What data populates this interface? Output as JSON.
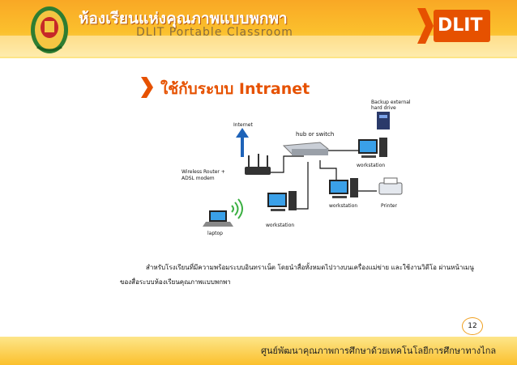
{
  "header": {
    "title_th": "ห้องเรียนแห่งคุณภาพแบบพกพา",
    "title_en": "DLIT Portable Classroom",
    "logo_text": "DLIT",
    "seal_icon": "school-seal-icon",
    "accent": "#f9a825"
  },
  "slide": {
    "heading": "ใช้กับระบบ Intranet",
    "heading_color": "#e65100",
    "diagram": {
      "internet": "Internet",
      "hub": "hub or switch",
      "router_line1": "Wireless Router +",
      "router_line2": "ADSL modem",
      "backup_line1": "Backup external",
      "backup_line2": "hard drive",
      "workstation_right": "workstation",
      "workstation_mid": "workstation",
      "workstation_low": "workstation",
      "printer": "Printer",
      "laptop": "laptop"
    },
    "paragraph_line1": "สำหรับโรงเรียนที่มีความพร้อมระบบอินทราเน็ต โดยนำสื่อทั้งหมดไปวางบนเครื่องแม่ข่าย และใช้งานวิดีโอ ผ่านหน้าเมนู",
    "paragraph_line2": "ของสื่อระบบห้องเรียนคุณภาพแบบพกพา",
    "page_number": "12"
  },
  "footer": {
    "text": "ศูนย์พัฒนาคุณภาพการศึกษาด้วยเทคโนโลยีการศึกษาทางไกล"
  }
}
